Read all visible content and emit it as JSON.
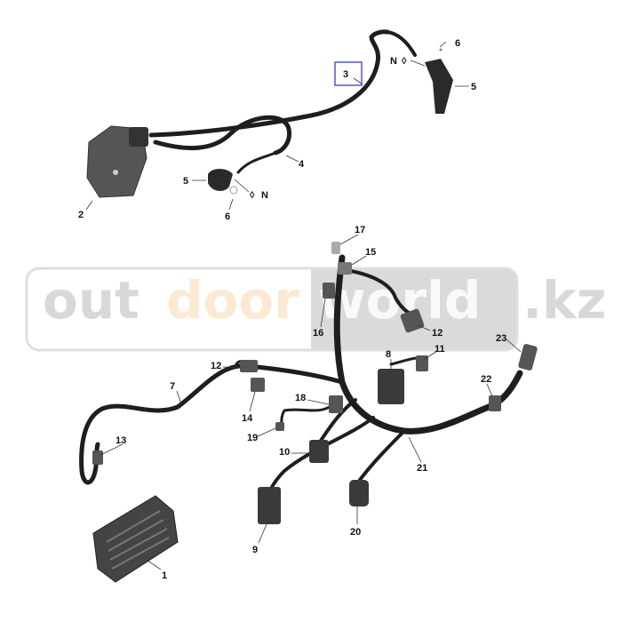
{
  "watermark": {
    "part1": "out",
    "part2": "door",
    "part3": "world",
    "part4": ".kz",
    "colors": {
      "gray": "#d6d4d1",
      "orange": "#fbe6cc",
      "panel": "#d9d7d4"
    }
  },
  "callouts": {
    "c3": "3",
    "c6a": "6",
    "c5a": "5",
    "c4": "4",
    "c5b": "5",
    "c6b": "6",
    "c2": "2",
    "na": "N",
    "nb": "N",
    "c17": "17",
    "c15": "15",
    "c16": "16",
    "c12a": "12",
    "c23": "23",
    "c11": "11",
    "c8": "8",
    "c12b": "12",
    "c7": "7",
    "c22": "22",
    "c18": "18",
    "c14": "14",
    "c13": "13",
    "c19": "19",
    "c10": "10",
    "c21": "21",
    "c20": "20",
    "c9": "9",
    "c1": "1"
  },
  "highlight_color": "#2b2bbf"
}
